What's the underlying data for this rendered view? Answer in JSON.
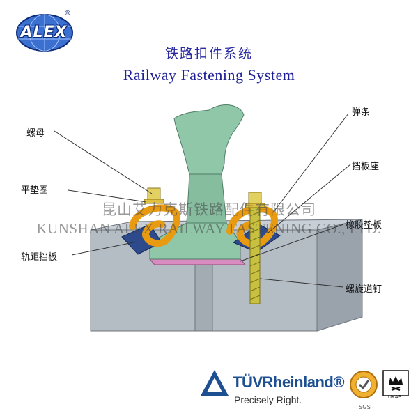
{
  "logo": {
    "text": "ALEX",
    "mark": "®"
  },
  "title": {
    "cn": "铁路扣件系统",
    "en": "Railway Fastening System"
  },
  "callouts": {
    "nut": "螺母",
    "flat_washer": "平垫圈",
    "gauge_plate": "轨距挡板",
    "elastic_clip": "弹条",
    "plate_seat": "挡板座",
    "rubber_pad": "橡胶垫板",
    "screw_spike": "螺旋道钉"
  },
  "watermark": {
    "cn": "昆山艾力克斯铁路配件有限公司",
    "en": "KUNSHAN ALEX RAILWAY FASTENING CO., LTD."
  },
  "certification": {
    "tuv_name": "TÜVRheinland®",
    "tuv_tagline": "Precisely Right.",
    "sgs": "SGS",
    "ukas": "UKAS"
  },
  "colors": {
    "title": "#1f1f96",
    "rail": "#8fc7a8",
    "sleeper": "#b4bcc4",
    "clip": "#f0a520",
    "spike": "#c8c040",
    "plate": "#2d4a8c",
    "tuv_blue": "#1d4f91"
  }
}
